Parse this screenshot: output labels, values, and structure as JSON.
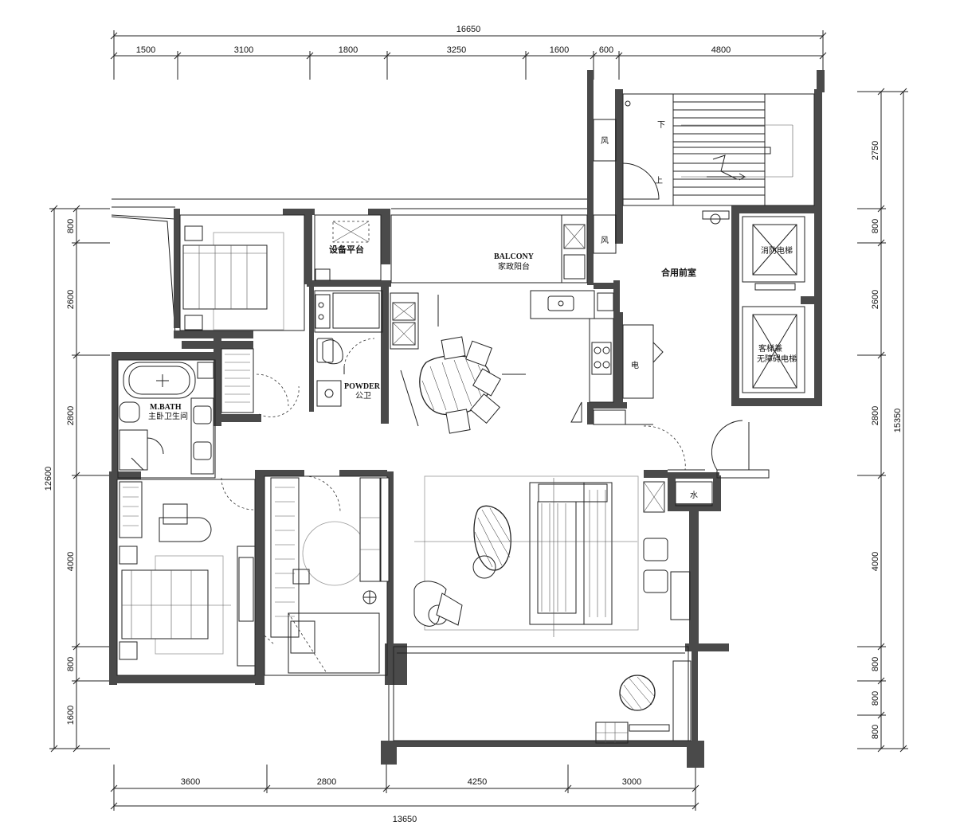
{
  "dimensions": {
    "top_total": "16650",
    "top_segments": [
      "1500",
      "3100",
      "1800",
      "3250",
      "1600",
      "600",
      "4800"
    ],
    "bottom_segments": [
      "3600",
      "2800",
      "4250",
      "3000"
    ],
    "bottom_total": "13650",
    "left_total": "12600",
    "left_segments": [
      "800",
      "2600",
      "2800",
      "4000",
      "800",
      "1600"
    ],
    "right_total": "15350",
    "right_segments": [
      "2750",
      "800",
      "2600",
      "2800",
      "4000",
      "800",
      "800",
      "800"
    ]
  },
  "rooms": {
    "equipment_platform": "设备平台",
    "balcony_en": "BALCONY",
    "balcony_zh": "家政阳台",
    "powder_en": "POWDER",
    "powder_zh": "公卫",
    "master_bath_en": "M.BATH",
    "master_bath_zh": "主卧卫生间",
    "shared_lobby": "合用前室",
    "fire_elevator": "消防电梯",
    "passenger_elevator_1": "客梯兼",
    "passenger_elevator_2": "无障碍电梯",
    "stair_down": "下",
    "stair_up": "上",
    "vent_1": "风",
    "vent_2": "风",
    "electric": "电",
    "water": "水"
  }
}
